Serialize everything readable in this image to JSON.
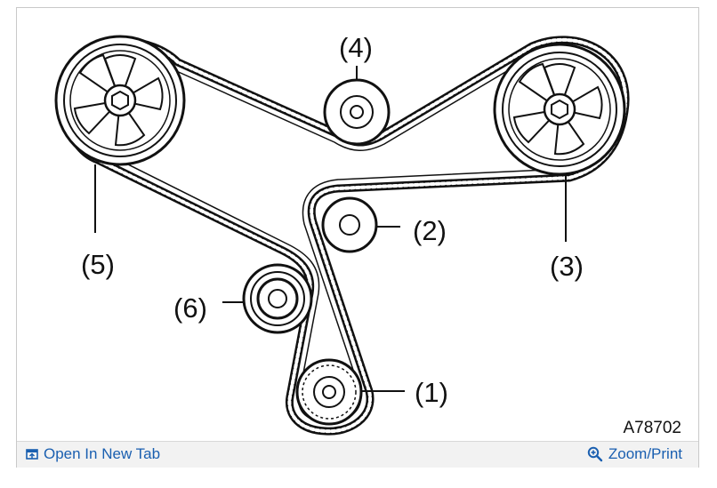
{
  "diagram": {
    "callouts": {
      "c1": "(1)",
      "c2": "(2)",
      "c3": "(3)",
      "c4": "(4)",
      "c5": "(5)",
      "c6": "(6)"
    },
    "figure_id": "A78702"
  },
  "footer": {
    "open_new_tab": {
      "label": "Open In New Tab",
      "icon": "open-in-new-tab-icon"
    },
    "zoom_print": {
      "label": "Zoom/Print",
      "icon": "zoom-icon"
    }
  },
  "colors": {
    "link": "#1a5fb0",
    "ink": "#111111",
    "footer_bg": "#f2f2f2"
  }
}
